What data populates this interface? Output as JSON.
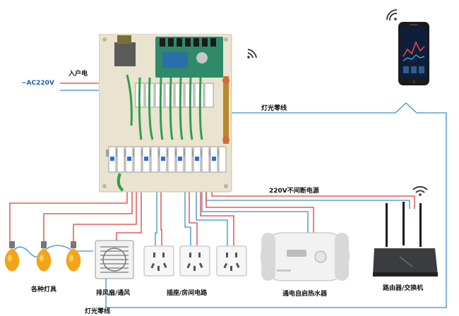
{
  "labels": {
    "ac_input": "~AC220V",
    "incoming_power": "入户电",
    "light_neutral_top": "灯光零线",
    "uninterrupted_power": "220V不间断电源",
    "lamps": "各种灯具",
    "exhaust_fan": "排风扇/通风",
    "sockets": "插座/房间电路",
    "water_heater": "通电自启热水器",
    "router": "路由器/交换机",
    "light_neutral_bottom": "灯光零线"
  },
  "icons": [
    "wifi-icon",
    "smartphone-icon",
    "lightbulb-icon",
    "exhaust-fan-icon",
    "wall-socket-icon",
    "water-heater-icon",
    "router-icon",
    "breaker-icon",
    "relay-board-icon"
  ],
  "colors": {
    "live": "#e23b3b",
    "neutral": "#3a8fc9",
    "panel": "#e9e3cf",
    "accent_green": "#2e9f4f",
    "label_blue": "#1f5fb0"
  }
}
